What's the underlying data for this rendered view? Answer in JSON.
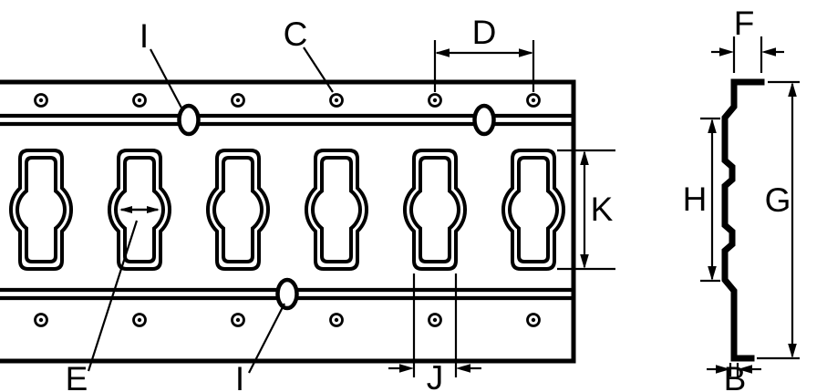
{
  "page": {
    "background": "#ffffff",
    "ink": "#000000",
    "subject": "E-track rail technical dimension drawing, front view and side profile"
  },
  "front_view": {
    "callouts": {
      "i_top": "I",
      "c": "C",
      "d": "D",
      "k": "K",
      "e": "E",
      "i_bottom": "I",
      "j": "J"
    }
  },
  "side_view": {
    "callouts": {
      "f": "F",
      "g": "G",
      "h": "H",
      "b": "B"
    }
  }
}
